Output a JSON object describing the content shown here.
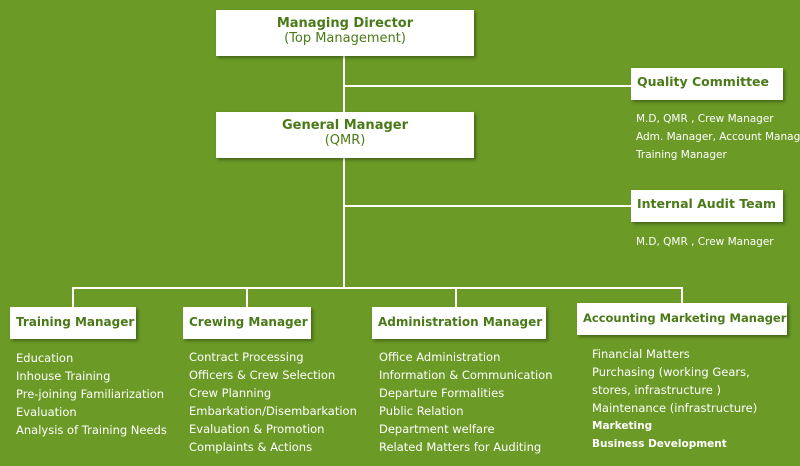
{
  "top": {
    "title": "Managing Director",
    "subtitle": "(Top Management)"
  },
  "gm": {
    "title": "General Manager",
    "subtitle": "(QMR)"
  },
  "quality_committee": {
    "title": "Quality Committee",
    "members": [
      "M.D, QMR , Crew Manager",
      "Adm. Manager, Account Manager",
      "Training Manager"
    ]
  },
  "internal_audit": {
    "title": "Internal Audit Team",
    "members": [
      "M.D, QMR , Crew Manager"
    ]
  },
  "departments": [
    {
      "title": "Training Manager",
      "items": [
        "Education",
        "Inhouse Training",
        "Pre-joining Familiarization",
        "Evaluation",
        "Analysis of Training Needs"
      ]
    },
    {
      "title": "Crewing Manager",
      "items": [
        "Contract Processing",
        "Officers & Crew Selection",
        "Crew Planning",
        "Embarkation/Disembarkation",
        "Evaluation & Promotion",
        "Complaints & Actions"
      ]
    },
    {
      "title": "Administration Manager",
      "items": [
        "Office Administration",
        "Information & Communication",
        "Departure Formalities",
        "Public Relation",
        "Department welfare",
        "Related Matters for Auditing"
      ]
    },
    {
      "title": "Accounting Marketing Manager",
      "items": [
        "Financial Matters",
        "Purchasing (working Gears,",
        "stores, infrastructure )",
        "Maintenance (infrastructure)"
      ],
      "bold_items": [
        "Marketing",
        "Business  Development"
      ]
    }
  ],
  "colors": {
    "background": "#6b9a26",
    "box_text": "#4a7a17",
    "line": "#ffffff"
  }
}
